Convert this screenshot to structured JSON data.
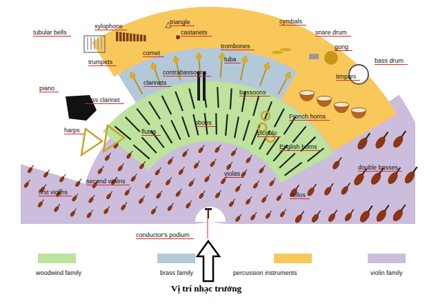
{
  "diagram": {
    "labels": [
      "tubular bells",
      "xylophone",
      "triangle",
      "castanets",
      "cymbals",
      "snare drum",
      "gong",
      "bass drum",
      "cornet",
      "trombones",
      "trumpets",
      "tuba",
      "contrabassoons",
      "timpani",
      "clarinets",
      "piano",
      "bass clarinet",
      "bassoons",
      "French horns",
      "oboes",
      "harps",
      "flutes",
      "piccolo",
      "English horns",
      "double basses",
      "violas",
      "second violins",
      "cellos",
      "first violins",
      "conductor's podium",
      "Vị trí nhạc trưởng"
    ],
    "legend": [
      {
        "text": "woodwind family",
        "color": "#bde39c"
      },
      {
        "text": "brass family",
        "color": "#b3c9da"
      },
      {
        "text": "percussion instruments",
        "color": "#f9c85a"
      },
      {
        "text": "violin family",
        "color": "#cbbddb"
      }
    ]
  }
}
